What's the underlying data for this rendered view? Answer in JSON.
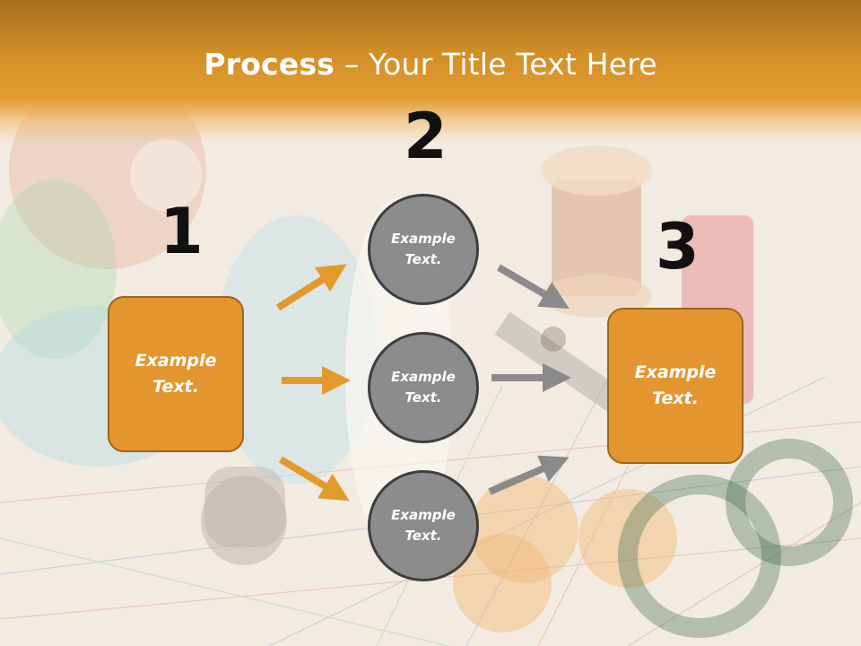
{
  "title": {
    "bold": "Process",
    "rest": " – Your Title Text Here"
  },
  "steps": [
    {
      "number": "1",
      "text": "Example\nText."
    },
    {
      "number": "2",
      "text": "Example\nText."
    },
    {
      "number": "3",
      "text": "Example\nText."
    }
  ],
  "circles": [
    {
      "text": "Example\nText."
    },
    {
      "text": "Example\nText."
    },
    {
      "text": "Example\nText."
    }
  ],
  "colors": {
    "header": "#d38f27",
    "box_fill": "#e3962f",
    "box_border": "#9e6418",
    "circle_fill": "#8c8c8c",
    "circle_border": "#3e3e3e",
    "arrow_orange": "#e39a2d",
    "arrow_gray": "#8a8a8a"
  }
}
